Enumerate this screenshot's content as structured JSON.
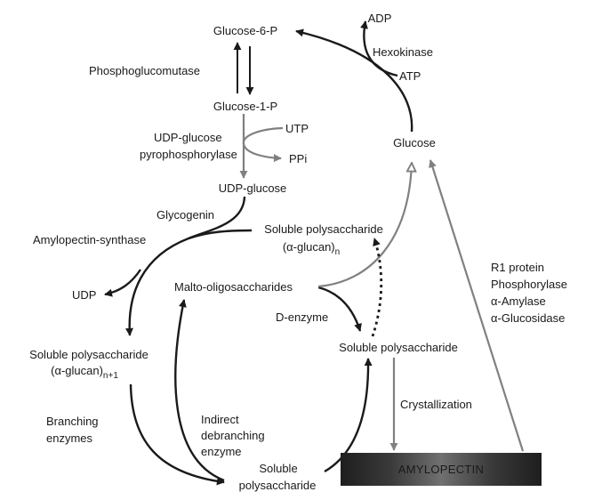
{
  "nodes": {
    "glucose6p": "Glucose-6-P",
    "adp": "ADP",
    "hexokinase": "Hexokinase",
    "atp": "ATP",
    "phosphoglucomutase": "Phosphoglucomutase",
    "glucose1p": "Glucose-1-P",
    "udp_glucose_enzyme_1": "UDP-glucose",
    "udp_glucose_enzyme_2": "pyrophosphorylase",
    "utp": "UTP",
    "ppi": "PPi",
    "glucose": "Glucose",
    "udp_glucose": "UDP-glucose",
    "glycogenin": "Glycogenin",
    "amylopectin_synthase": "Amylopectin-synthase",
    "soluble_ps_n_1": "Soluble polysaccharide",
    "soluble_ps_n_2": "(α-glucan)",
    "soluble_ps_n_sub": "n",
    "udp": "UDP",
    "malto_oligosaccharides": "Malto-oligosaccharides",
    "r1_protein": "R1 protein",
    "phosphorylase": "Phosphorylase",
    "alpha_amylase": "α-Amylase",
    "alpha_glucosidase": "α-Glucosidase",
    "d_enzyme": "D-enzyme",
    "soluble_ps_mid": "Soluble polysaccharide",
    "soluble_ps_n1_1": "Soluble polysaccharide",
    "soluble_ps_n1_2": "(α-glucan)",
    "soluble_ps_n1_sub": "n+1",
    "crystallization": "Crystallization",
    "branching_1": "Branching",
    "branching_2": "enzymes",
    "indirect_1": "Indirect",
    "indirect_2": "debranching",
    "indirect_3": "enzyme",
    "soluble_ps_bottom_1": "Soluble",
    "soluble_ps_bottom_2": "polysaccharide",
    "amylopectin": "AMYLOPECTIN"
  },
  "colors": {
    "black_arrow": "#1a1a1a",
    "grey_arrow": "#808080"
  }
}
